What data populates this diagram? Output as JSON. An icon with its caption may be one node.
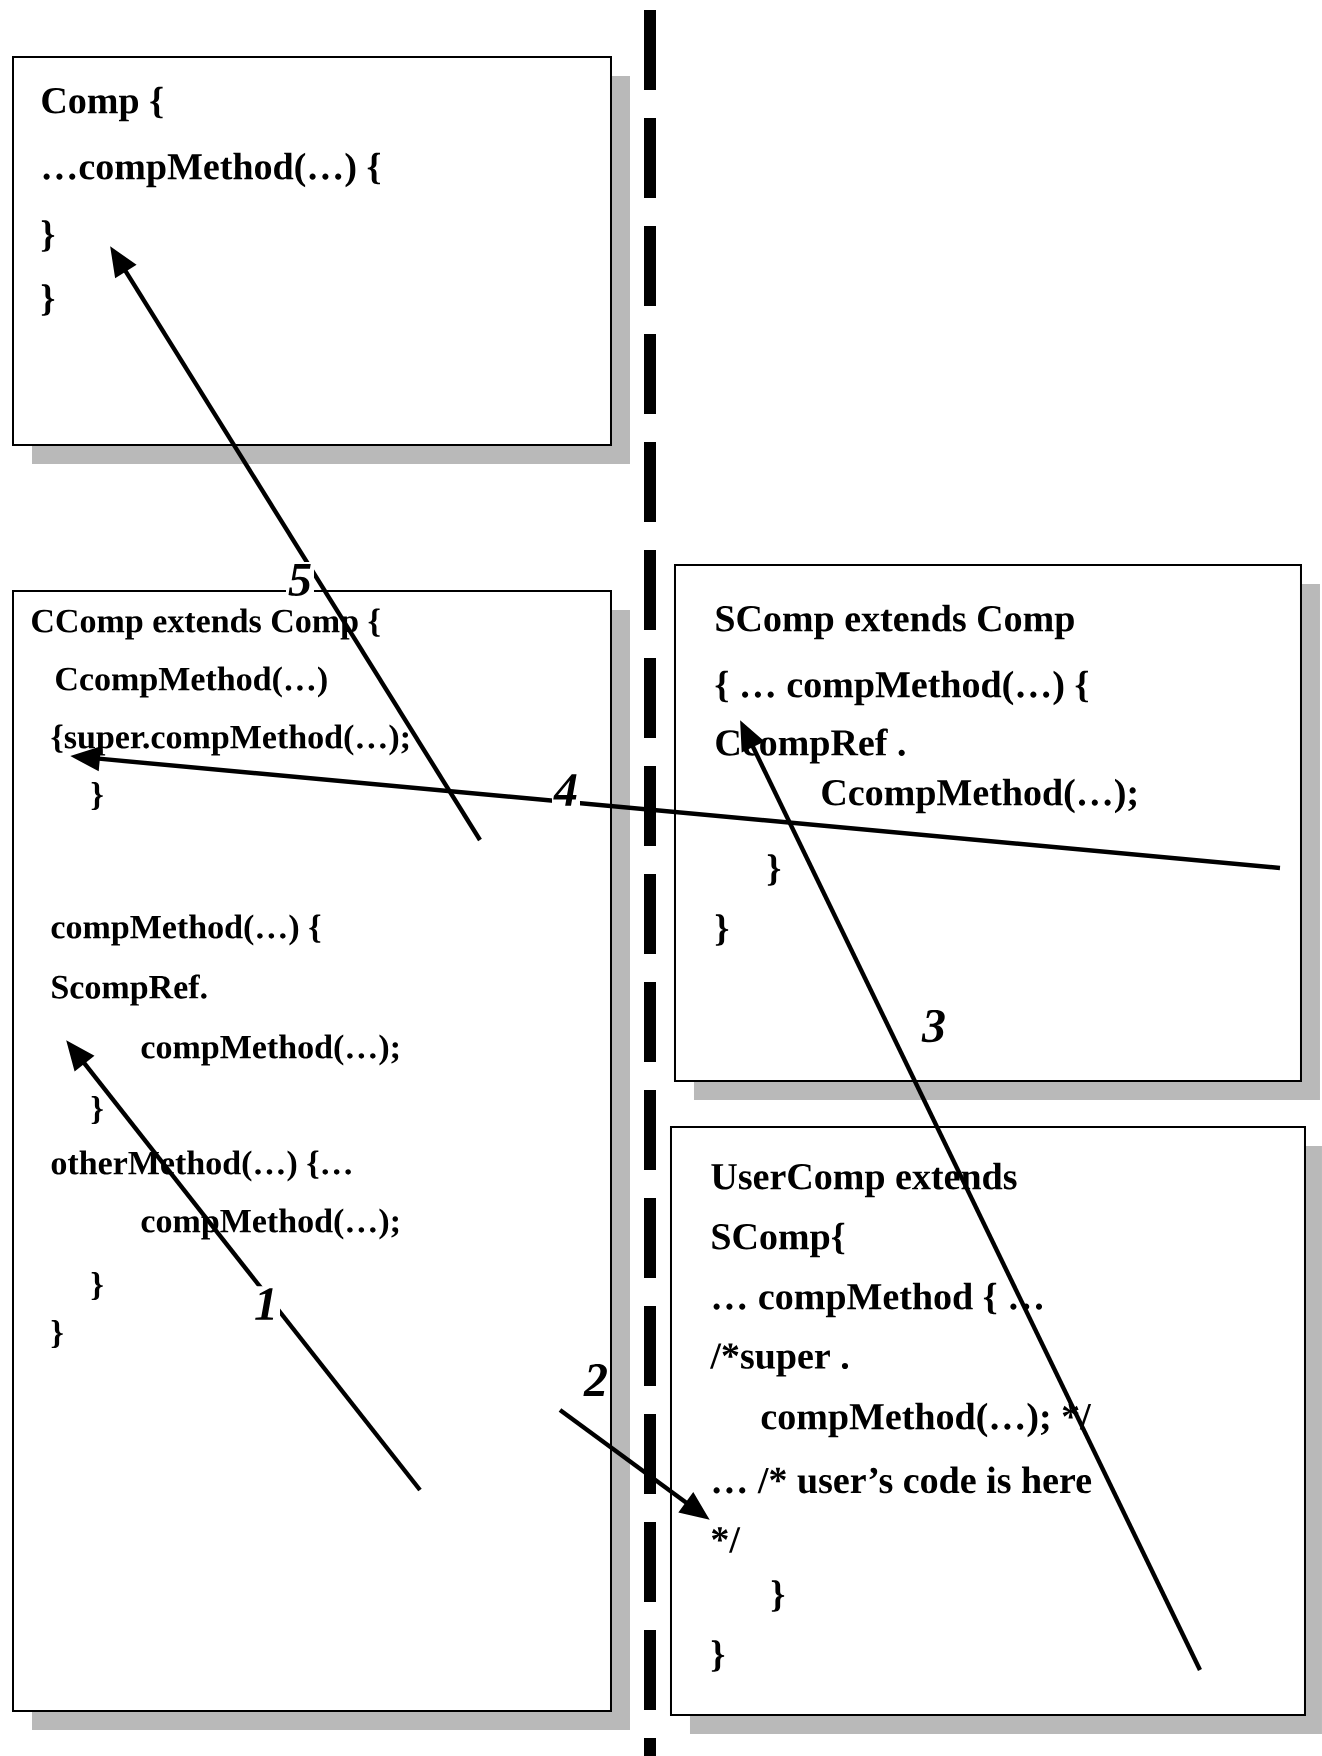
{
  "diagram": {
    "nodes": [
      {
        "text": [
          "Comp {",
          "…compMethod(…) {",
          "}",
          "}"
        ]
      },
      {
        "text": [
          "CComp extends Comp {",
          "CcompMethod(…)",
          "{super.compMethod(…);",
          "}",
          "compMethod(…) {",
          "ScompRef.",
          "compMethod(…);",
          "}",
          "otherMethod(…) {…",
          "compMethod(…);",
          "}",
          "}"
        ]
      },
      {
        "text": [
          "SComp extends Comp",
          "{ … compMethod(…) {",
          "CcompRef .",
          "CcompMethod(…);",
          "}",
          "}"
        ]
      },
      {
        "text": [
          "UserComp extends",
          "SComp{",
          "… compMethod { …",
          "/*super .",
          "compMethod(…); */",
          "… /* user’s code is here",
          "*/",
          "}",
          "}"
        ]
      }
    ],
    "edges": [
      {
        "from": 1,
        "to": 1,
        "arrow": "to",
        "label": "1"
      },
      {
        "from": 1,
        "to": 3,
        "arrow": "to",
        "label": "2"
      },
      {
        "from": 3,
        "to": 2,
        "arrow": "to",
        "label": "3"
      },
      {
        "from": 2,
        "to": 1,
        "arrow": "to",
        "label": "4"
      },
      {
        "from": 1,
        "to": 0,
        "arrow": "to",
        "label": "5"
      }
    ]
  }
}
